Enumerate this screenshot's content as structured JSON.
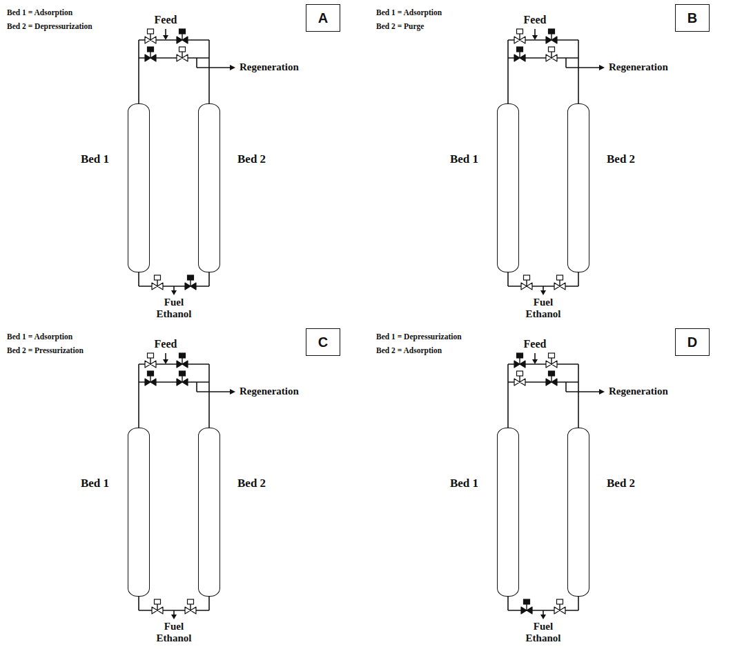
{
  "diagram": {
    "nodes": [
      {
        "text": [
          "A"
        ]
      },
      {
        "text": [
          "Bed 1"
        ]
      },
      {
        "text": [
          "Bed 2"
        ]
      },
      {
        "text": [
          "B"
        ]
      },
      {
        "text": [
          "Bed 1"
        ]
      },
      {
        "text": [
          "Bed 2"
        ]
      },
      {
        "text": [
          "C"
        ]
      },
      {
        "text": [
          "Bed 1"
        ]
      },
      {
        "text": [
          "Bed 2"
        ]
      },
      {
        "text": [
          "D"
        ]
      },
      {
        "text": [
          "Bed 1"
        ]
      },
      {
        "text": [
          "Bed 2"
        ]
      }
    ],
    "labels": [
      "Bed 1 = Adsorption",
      "Bed 2 = Depressurization",
      "Feed",
      "Regeneration",
      "Fuel Ethanol",
      "Bed 1 = Adsorption",
      "Bed 2 = Purge",
      "Feed",
      "Regeneration",
      "Fuel Ethanol",
      "Bed 1 = Adsorption",
      "Bed 2 = Pressurization",
      "Feed",
      "Regeneration",
      "Fuel Ethanol",
      "Bed 1 = Depressurization",
      "Bed 2 = Adsorption",
      "Feed",
      "Regeneration",
      "Fuel Ethanol"
    ]
  }
}
